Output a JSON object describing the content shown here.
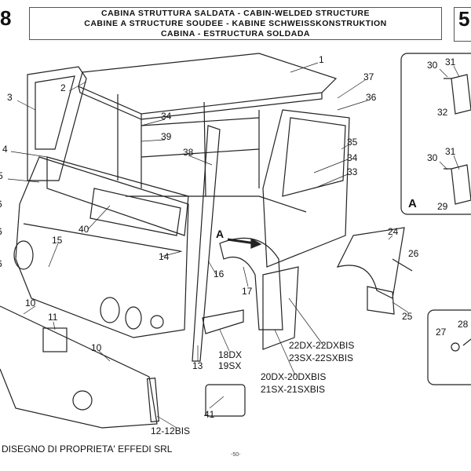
{
  "header": {
    "section_left": "8",
    "section_right": "5",
    "title_lines": [
      "CABINA STRUTTURA SALDATA - CABIN-WELDED STRUCTURE",
      "CABINE A STRUCTURE SOUDEE - KABINE SCHWEISSKONSTRUKTION",
      "CABINA - ESTRUCTURA SOLDADA"
    ]
  },
  "callouts": {
    "c1": "1",
    "c2": "2",
    "c3": "3",
    "c4": "4",
    "c5": "5",
    "c6a": "6",
    "c6b": "6",
    "c6c": "6",
    "c10a": "10",
    "c10b": "10",
    "c11": "11",
    "c12": "12-12BIS",
    "c13": "13",
    "c14": "14",
    "c15": "15",
    "c16": "16",
    "c17": "17",
    "c18": "18DX",
    "c19": "19SX",
    "c20": "20DX-20DXBIS",
    "c21": "21SX-21SXBIS",
    "c22": "22DX-22DXBIS",
    "c23": "23SX-22SXBIS",
    "c24": "24",
    "c25": "25",
    "c26": "26",
    "c27": "27",
    "c28": "28",
    "c33": "33",
    "c34a": "34",
    "c34b": "34",
    "c35": "35",
    "c36": "36",
    "c37": "37",
    "c38": "38",
    "c39": "39",
    "c40": "40",
    "c41": "41",
    "view_a": "A"
  },
  "inset": {
    "c29": "29",
    "c30a": "30",
    "c30b": "30",
    "c31a": "31",
    "c31b": "31",
    "c32": "32",
    "view_label": "A"
  },
  "footer": {
    "owner": "DISEGNO DI PROPRIETA' EFFEDI SRL",
    "page": "-50-"
  }
}
